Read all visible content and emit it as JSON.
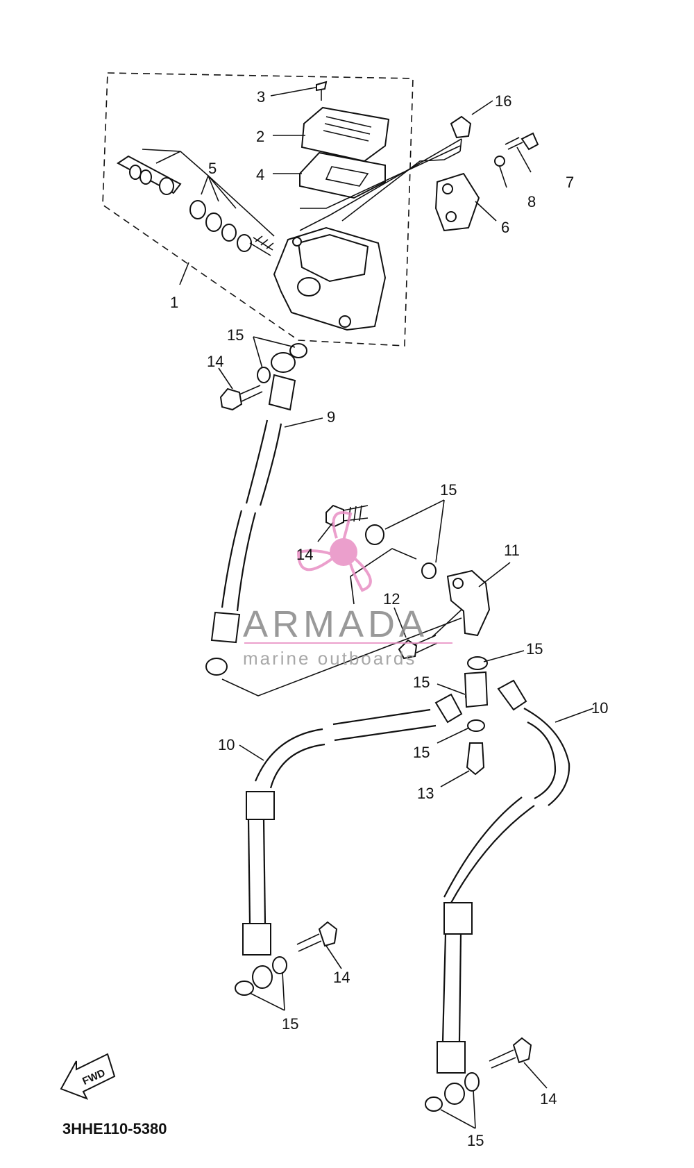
{
  "diagram": {
    "callouts": {
      "c1": "1",
      "c2": "2",
      "c3": "3",
      "c4": "4",
      "c5": "5",
      "c6": "6",
      "c7": "7",
      "c8": "8",
      "c9": "9",
      "c10a": "10",
      "c10b": "10",
      "c11": "11",
      "c12": "12",
      "c13": "13",
      "c14a": "14",
      "c14b": "14",
      "c14c": "14",
      "c14d": "14",
      "c15a": "15",
      "c15b": "15",
      "c15c": "15",
      "c15d": "15",
      "c15e": "15",
      "c15f": "15",
      "c15g": "15",
      "c16": "16"
    },
    "watermark": {
      "title": "ARMADA",
      "subtitle": "marine outboards",
      "accent_color": "#e88fc4"
    },
    "fwd_label": "FWD",
    "diagram_code": "3HHE110-5380"
  }
}
